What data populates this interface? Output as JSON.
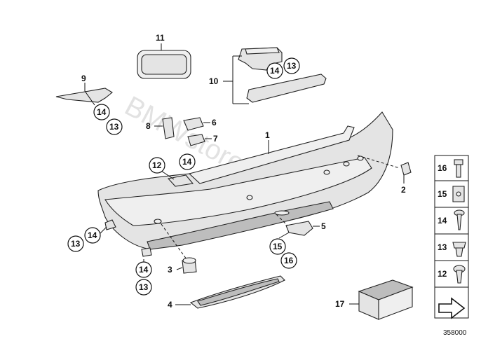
{
  "watermark": "BMWstore.pl",
  "drawing_number": "358000",
  "labels": {
    "l1": "1",
    "l2": "2",
    "l3": "3",
    "l4": "4",
    "l5": "5",
    "l6": "6",
    "l7": "7",
    "l8": "8",
    "l9": "9",
    "l10": "10",
    "l11": "11",
    "l14_a": "14",
    "l13_a": "13",
    "l14_b": "14",
    "l13_b": "13",
    "l12": "12",
    "l14_c": "14",
    "l14_d": "14",
    "l13_d": "13",
    "l14_e": "14",
    "l13_e": "13",
    "l15": "15",
    "l16": "16",
    "l17": "17"
  },
  "legend": [
    {
      "number": "16",
      "part": "bolt-icon"
    },
    {
      "number": "15",
      "part": "clip-nut-icon"
    },
    {
      "number": "14",
      "part": "screw-icon"
    },
    {
      "number": "13",
      "part": "expanding-nut-icon"
    },
    {
      "number": "12",
      "part": "rivet-icon"
    },
    {
      "number": "",
      "part": "arrow-icon"
    }
  ]
}
